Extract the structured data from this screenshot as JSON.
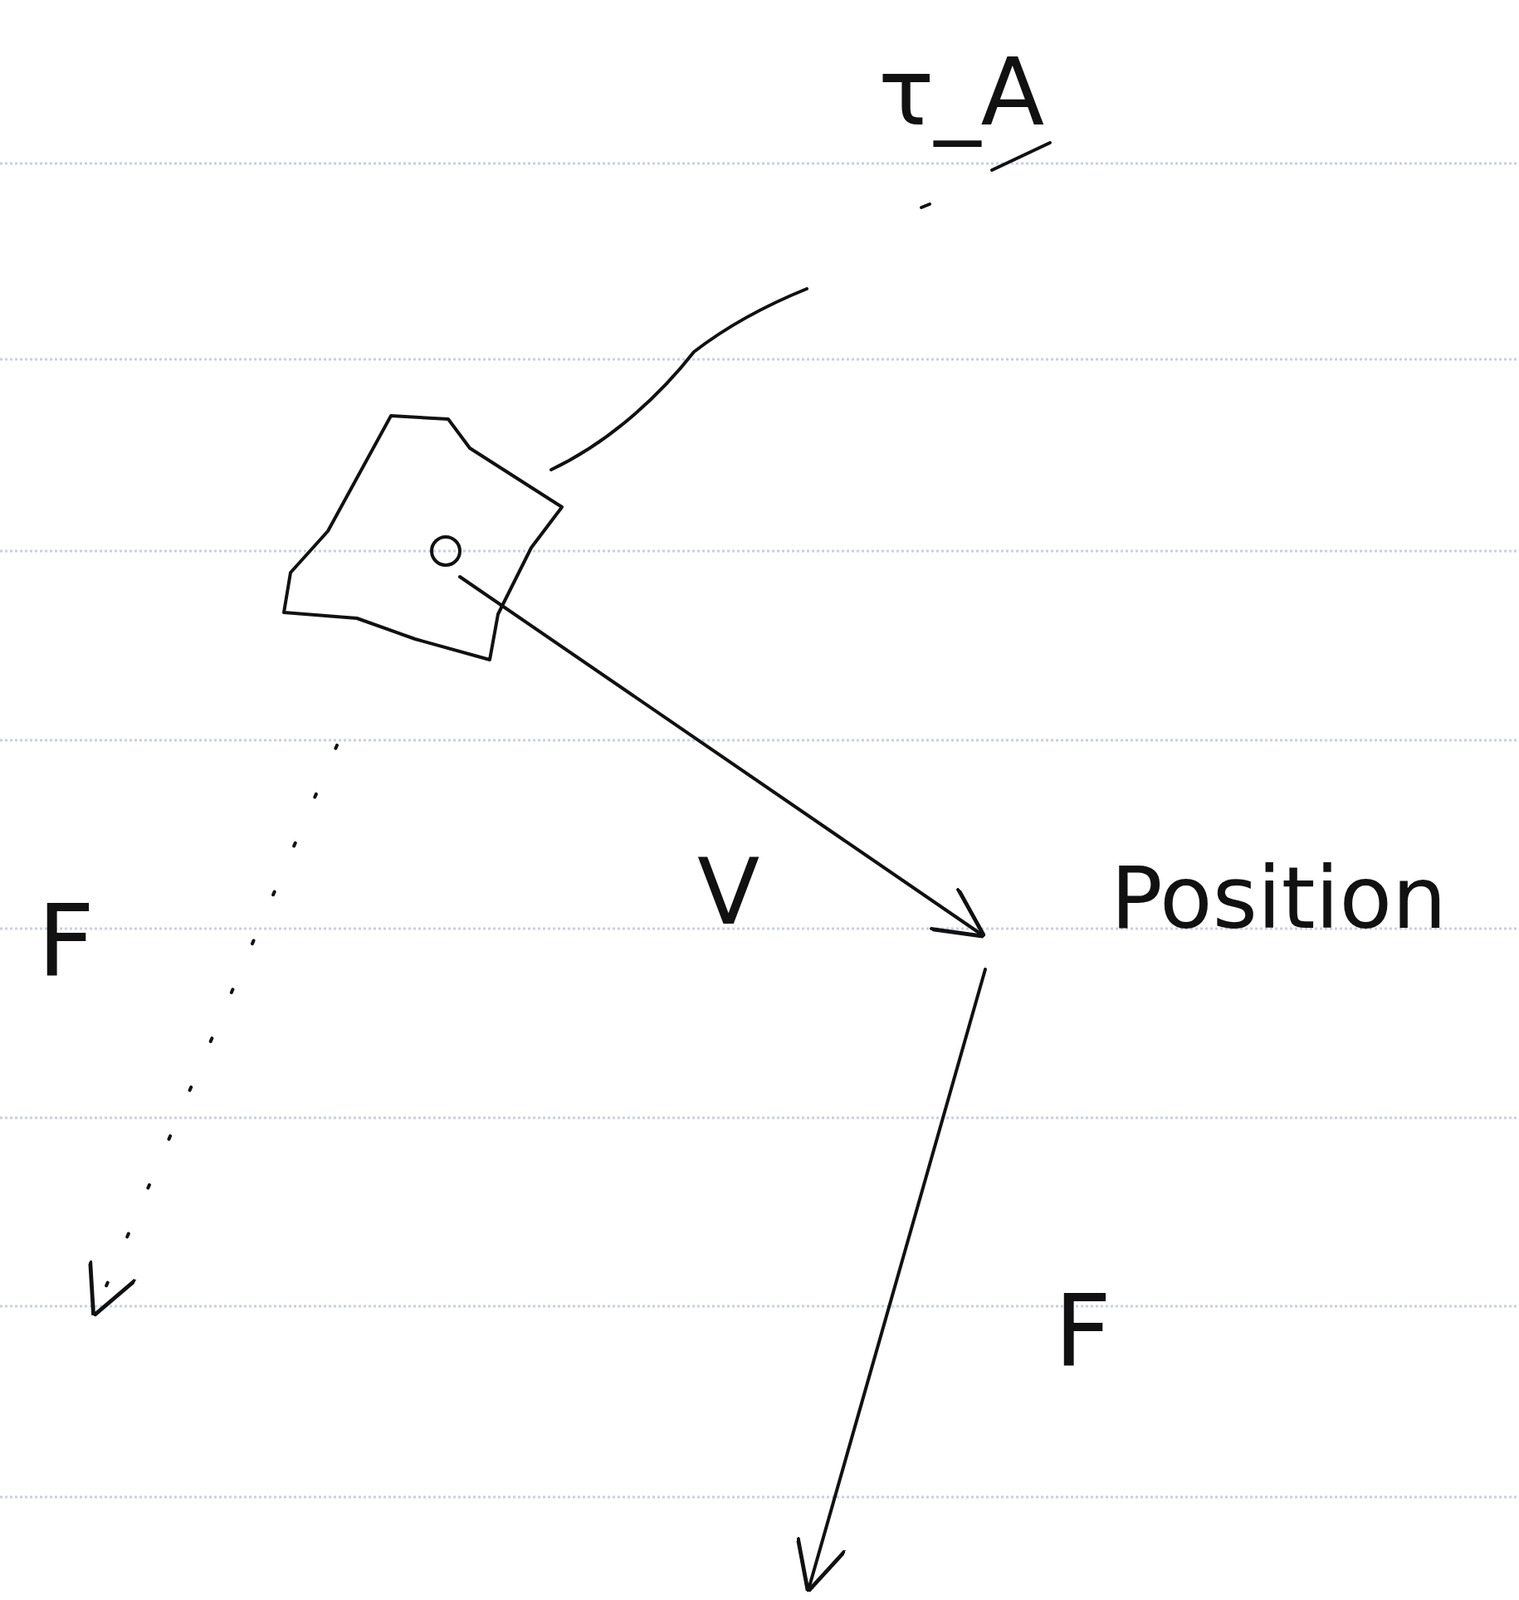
{
  "diagram": {
    "labels": [
      "τ_A",
      "F",
      "V",
      "Position",
      "F"
    ]
  }
}
